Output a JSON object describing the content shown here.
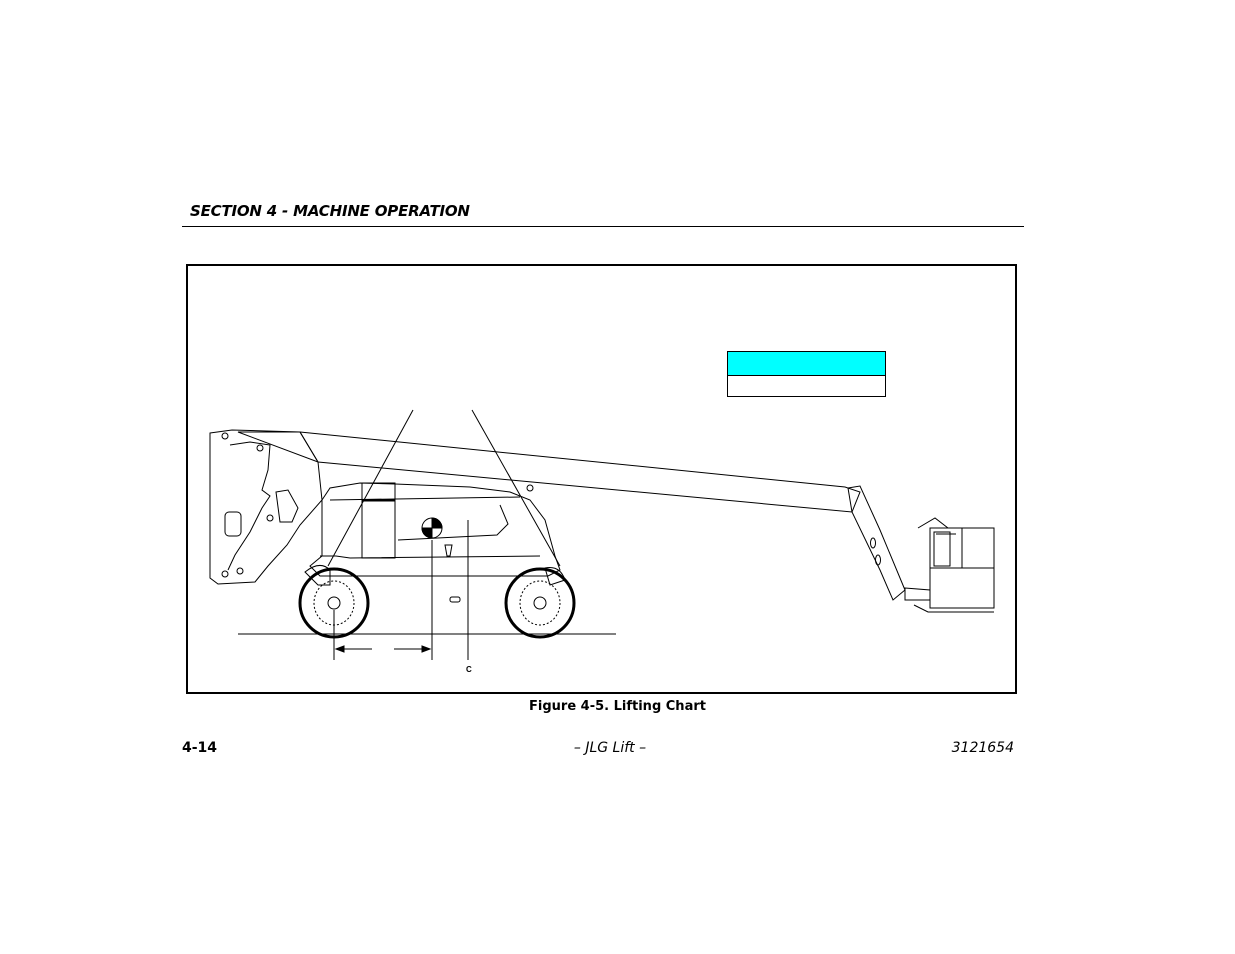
{
  "header": {
    "section_title": "SECTION 4 - MACHINE OPERATION"
  },
  "figure": {
    "caption": "Figure 4-5. Lifting Chart",
    "dimension_label": "C",
    "legend": {
      "header_color": "#00ffff"
    }
  },
  "footer": {
    "page_number": "4-14",
    "center_text": "– JLG Lift –",
    "doc_number": "3121654"
  }
}
